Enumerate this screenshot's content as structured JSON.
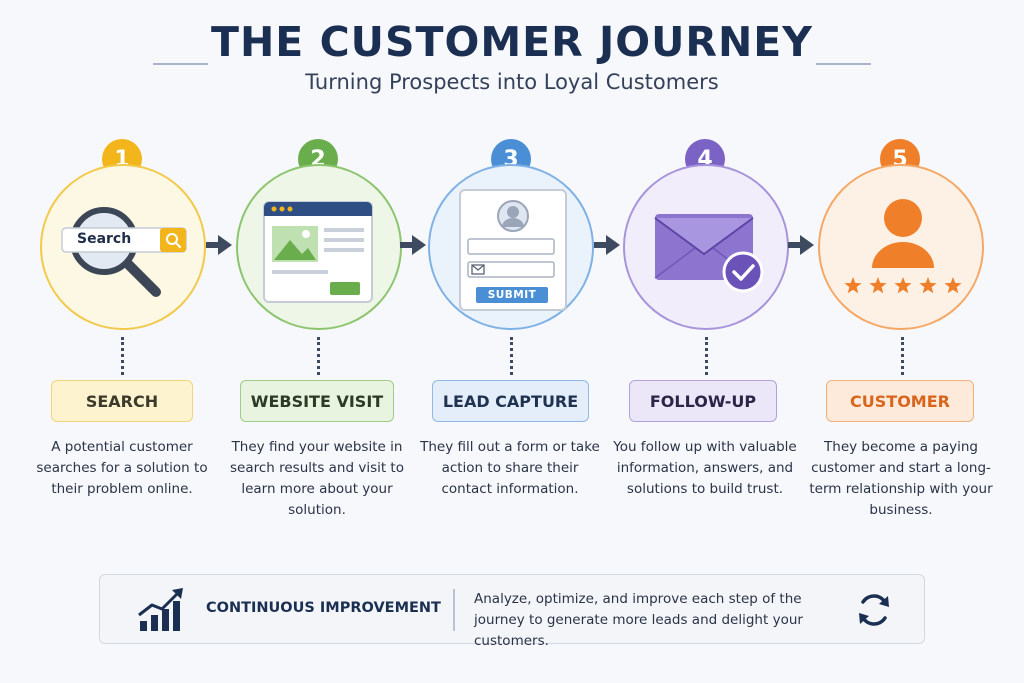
{
  "header": {
    "title": "THE CUSTOMER JOURNEY",
    "subtitle": "Turning Prospects into Loyal Customers"
  },
  "colors": {
    "navy": "#1b2f52",
    "step1": "#f2b51c",
    "step2": "#69ad4c",
    "step3": "#4a8fd6",
    "step4": "#7b62c5",
    "step5": "#f07f2a"
  },
  "steps": [
    {
      "number": "1",
      "label": "SEARCH",
      "description": "A potential customer searches for a solution to their problem online.",
      "icon": "magnifier-search-bar-icon",
      "search_text": "Search"
    },
    {
      "number": "2",
      "label": "WEBSITE VISIT",
      "description": "They find your website in search results and visit to learn more about your solution.",
      "icon": "browser-window-icon"
    },
    {
      "number": "3",
      "label": "LEAD CAPTURE",
      "description": "They fill out a form or take action to share their contact information.",
      "icon": "form-icon",
      "button_text": "SUBMIT"
    },
    {
      "number": "4",
      "label": "FOLLOW-UP",
      "description": "You follow up with valuable information, answers, and solutions to build trust.",
      "icon": "envelope-check-icon"
    },
    {
      "number": "5",
      "label": "CUSTOMER",
      "description": "They become a paying customer and start a long-term relationship with your business.",
      "icon": "customer-stars-icon",
      "rating": 5
    }
  ],
  "footer": {
    "title": "CONTINUOUS IMPROVEMENT",
    "text": "Analyze, optimize, and improve each step of the journey to generate more leads and delight your customers.",
    "left_icon": "growth-chart-icon",
    "right_icon": "refresh-cycle-icon"
  }
}
